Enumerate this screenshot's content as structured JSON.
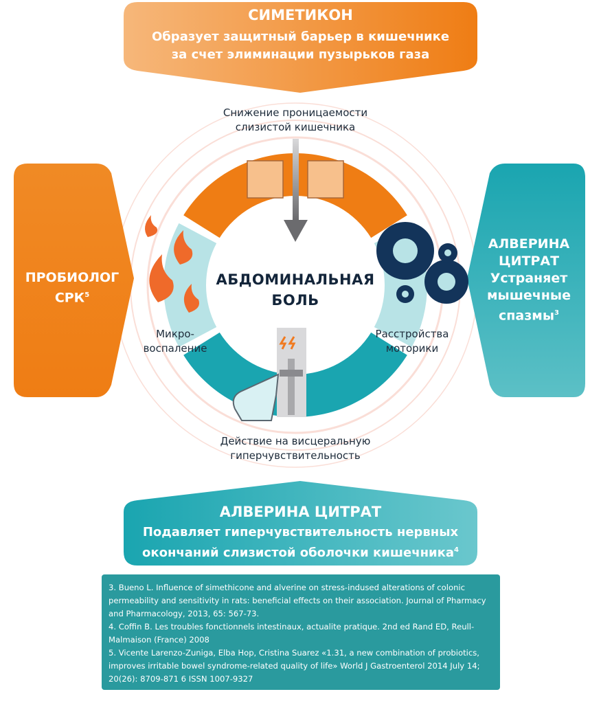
{
  "top_banner": {
    "title": "СИМЕТИКОН",
    "line1": "Образует защитный барьер в кишечнике",
    "line2": "за счет элиминации пузырьков газа"
  },
  "left_panel": {
    "line1": "ПРОБИОЛОГ",
    "line2": "СРК",
    "sup": "5"
  },
  "right_panel": {
    "line1": "АЛВЕРИНА",
    "line2": "ЦИТРАТ",
    "line3": "Устраняет",
    "line4": "мышечные",
    "line5": "спазмы",
    "sup": "3"
  },
  "bottom_banner": {
    "title": "АЛВЕРИНА ЦИТРАТ",
    "line1": "Подавляет гиперчувствительность нервных",
    "line2": "окончаний слизистой оболочки кишечника",
    "sup": "4"
  },
  "center": {
    "line1": "АБДОМИНАЛЬНАЯ",
    "line2": "БОЛЬ"
  },
  "labels": {
    "top": [
      "Снижение проницаемости",
      "слизистой кишечника"
    ],
    "left": [
      "Микро-",
      "воспаление"
    ],
    "right": [
      "Расстройства",
      "моторики"
    ],
    "bottom": [
      "Действие на висцеральную",
      "гиперчувствительность"
    ]
  },
  "references": [
    "3. Bueno L. Influence of simethicone and alverine on stress-indused alterations of colonic permeability and sensitivity in rats: beneficial effects on their association. Journal of Pharmacy and Pharmacology, 2013, 65: 567-73.",
    "4. Coffin B. Les troubles fonctionnels intestinaux, actualite pratique. 2nd ed Rand ED, Reull-Malmaison (France) 2008",
    "5. Vicente Larenzo-Zuniga, Elba Hop, Cristina Suarez «1.31, a new combination of probiotics, improves irritable bowel syndrome-related quality of life» World J Gastroenterol 2014 July 14; 20(26): 8709-871 6 ISSN 1007-9327"
  ],
  "colors": {
    "orange": "#ef7d14",
    "teal": "#1aa5b0",
    "light": "#b8e3e6",
    "navy": "#13345a"
  }
}
